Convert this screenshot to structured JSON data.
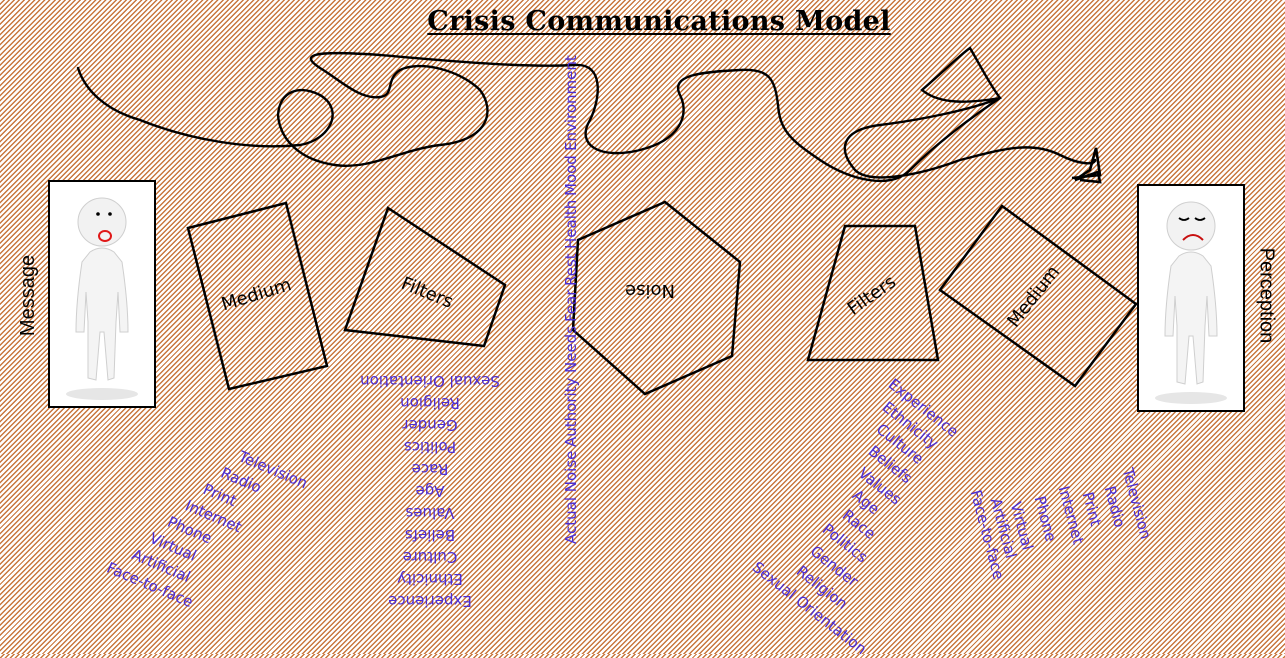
{
  "title": "Crisis Communications Model",
  "sender": {
    "side_label": "Message"
  },
  "receiver": {
    "side_label": "Perception"
  },
  "shapes": {
    "medium_left": "Medium",
    "filters_left": "Filters",
    "noise": "Noise",
    "filters_right": "Filters",
    "medium_right": "Medium"
  },
  "lists": {
    "medium_left": [
      "Television",
      "Radio",
      "Print",
      "Internet",
      "Phone",
      "Virtual",
      "Artificial",
      "Face-to-face"
    ],
    "filters_left": [
      "Sexual Orientation",
      "Religion",
      "Gender",
      "Politics",
      "Race",
      "Age",
      "Values",
      "Beliefs",
      "Culture",
      "Ethnicity",
      "Experience"
    ],
    "noise": [
      "Environment",
      "Mood",
      "Health",
      "Rest",
      "Fear",
      "Needs",
      "Authority",
      "Actual Noise"
    ],
    "filters_right": [
      "Experience",
      "Ethnicity",
      "Culture",
      "Beliefs",
      "Values",
      "Age",
      "Race",
      "Politics",
      "Gender",
      "Religion",
      "Sexual Orientation"
    ],
    "medium_right": [
      "Face-to-face",
      "Artificial",
      "Virtual",
      "Phone",
      "Internet",
      "Print",
      "Radio",
      "Television"
    ]
  },
  "colors": {
    "list_text": "#4b2dd4",
    "stripe": "#c8773e",
    "outline": "#000000",
    "mouth_sender": "#e01818",
    "mouth_receiver": "#c81010"
  }
}
